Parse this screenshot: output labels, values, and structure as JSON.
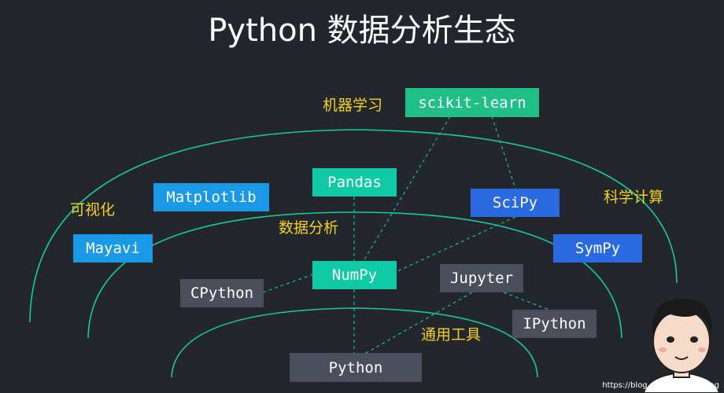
{
  "title": "Python 数据分析生态",
  "categories": {
    "ml": "机器学习",
    "viz": "可视化",
    "sci": "科学计算",
    "analysis": "数据分析",
    "general": "通用工具"
  },
  "nodes": {
    "scikit_learn": "scikit-learn",
    "matplotlib": "Matplotlib",
    "pandas": "Pandas",
    "scipy": "SciPy",
    "mayavi": "Mayavi",
    "sympy": "SymPy",
    "numpy": "NumPy",
    "cpython": "CPython",
    "jupyter": "Jupyter",
    "ipython": "IPython",
    "python": "Python"
  },
  "watermark": "https://blog.csdn.net/...Spring",
  "colors": {
    "background": "#23262c",
    "arc": "#17c9a0",
    "label": "#f2d21b",
    "green": "#1fbf87",
    "teal": "#10c9a5",
    "blue": "#1a9ae6",
    "royal": "#2a6ae0",
    "gray": "#4a4f5b"
  }
}
